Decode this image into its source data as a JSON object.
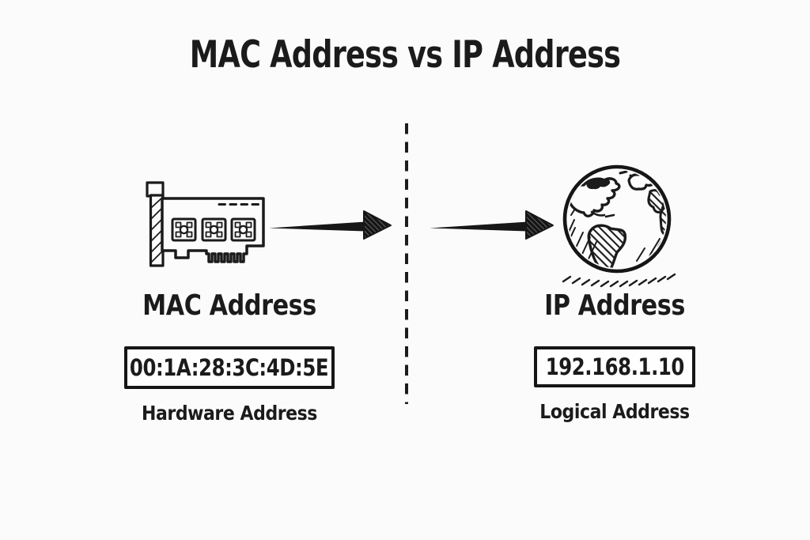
{
  "title": "MAC Address vs IP Address",
  "left": {
    "heading": "MAC Address",
    "value": "00:1A:28:3C:4D:5E",
    "subtitle": "Hardware Address",
    "icon": "network-card-icon"
  },
  "right": {
    "heading": "IP Address",
    "value": "192.168.1.10",
    "subtitle": "Logical Address",
    "icon": "globe-icon"
  },
  "colors": {
    "ink": "#1b1b1b",
    "background": "#fcfbfc",
    "box_border": "#161616"
  }
}
